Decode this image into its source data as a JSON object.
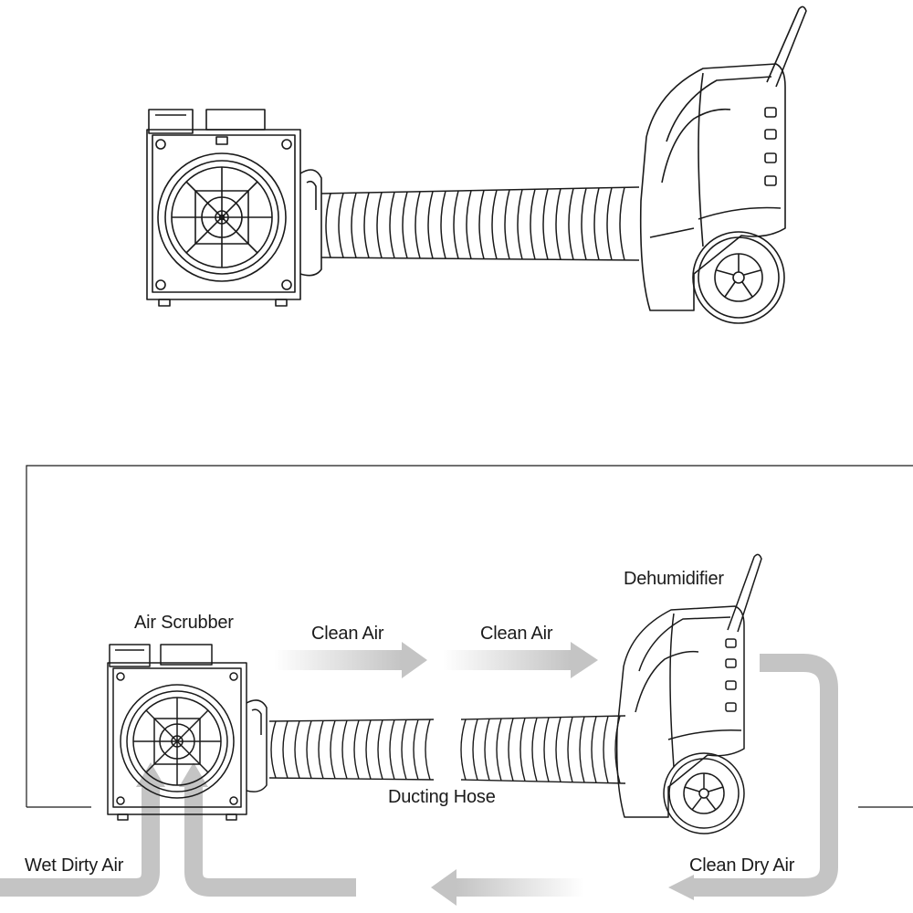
{
  "labels": {
    "air_scrubber": "Air Scrubber",
    "dehumidifier": "Dehumidifier",
    "clean_air_1": "Clean Air",
    "clean_air_2": "Clean Air",
    "ducting_hose": "Ducting Hose",
    "wet_dirty_air": "Wet Dirty Air",
    "clean_dry_air": "Clean Dry Air"
  },
  "colors": {
    "line": "#1a1a1a",
    "flow_arrow": "#c4c4c4",
    "background": "#ffffff"
  },
  "icons": {
    "scrubber": "air-scrubber-icon",
    "dehumidifier": "dehumidifier-icon",
    "hose": "ducting-hose-icon"
  }
}
